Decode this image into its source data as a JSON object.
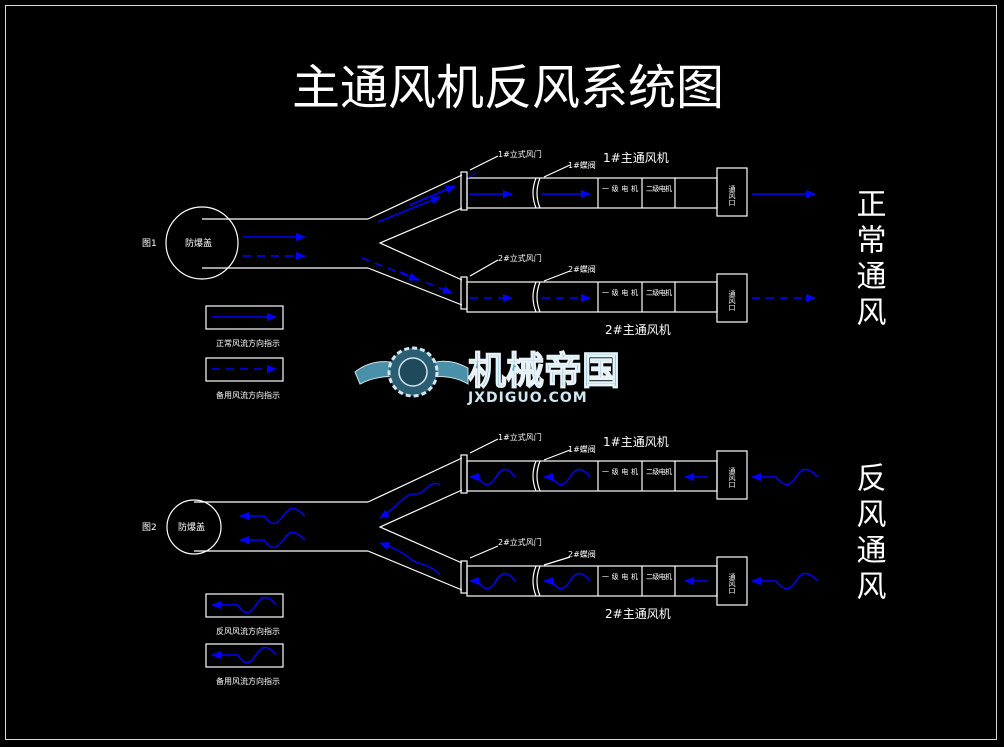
{
  "title": "主通风机反风系统图",
  "colors": {
    "background": "#000000",
    "line": "#ffffff",
    "flow": "#0000ff"
  },
  "watermark": {
    "text": "机械帝国",
    "sub": "JXDIGUO.COM"
  },
  "normal": {
    "fig_label": "图1",
    "shaft_label": "防爆盖",
    "fan1_title": "1#主通风机",
    "fan2_title": "2#主通风机",
    "door1_label": "1#立式风门",
    "door2_label": "2#立式风门",
    "valve1_label": "1#蝶阀",
    "valve2_label": "2#蝶阀",
    "motor1_label": "一级电机",
    "motor2_label": "二级电机",
    "outlet_label": "通风口",
    "legend_solid": "正常风流方向指示",
    "legend_dashed": "备用风流方向指示",
    "side_text": "正常通风"
  },
  "reverse": {
    "fig_label": "图2",
    "shaft_label": "防爆盖",
    "fan1_title": "1#主通风机",
    "fan2_title": "2#主通风机",
    "door1_label": "1#立式风门",
    "door2_label": "2#立式风门",
    "valve1_label": "1#蝶阀",
    "valve2_label": "2#蝶阀",
    "motor1_label": "一级电机",
    "motor2_label": "二级电机",
    "outlet_label": "通风口",
    "legend_solid": "反风风流方向指示",
    "legend_dashed": "备用风流方向指示",
    "side_text": "反风通风"
  }
}
